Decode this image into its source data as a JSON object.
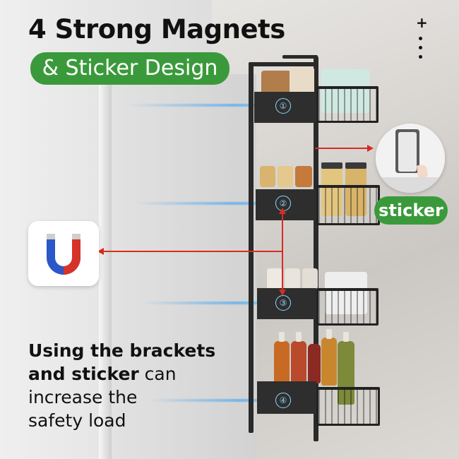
{
  "header": {
    "title": "4 Strong Magnets",
    "subtitle_pill": "& Sticker Design"
  },
  "labels": {
    "sticker": "sticker"
  },
  "callout": {
    "line1_bold": "Using the brackets",
    "line2_bold": "and sticker",
    "line2_regular": " can",
    "line3": "increase the",
    "line4": "safety load"
  },
  "shelf_numbers": [
    "①",
    "②",
    "③",
    "④"
  ],
  "controls": {
    "plus": "+"
  },
  "icons": {
    "magnet": "horseshoe-magnet-icon",
    "sticker": "sticker-pad-icon",
    "menu": "kebab-menu-icon"
  },
  "colors": {
    "accent_green": "#3a9a3b",
    "arrow_red": "#d92b1f",
    "beam_blue": "#42a5f5",
    "magnet_red": "#d6322a",
    "magnet_blue": "#2b57c8"
  }
}
